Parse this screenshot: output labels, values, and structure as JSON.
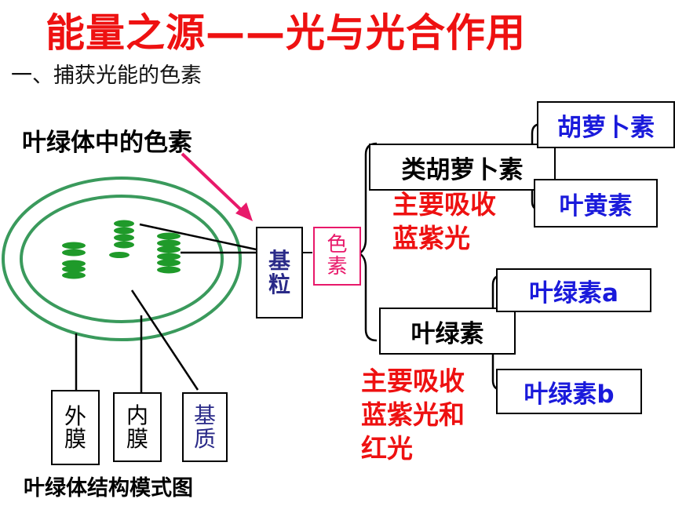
{
  "title": "能量之源——光与光合作用",
  "subtitle": "一、捕获光能的色素",
  "heading": "叶绿体中的色素",
  "caption": "叶绿体结构模式图",
  "structure_labels": {
    "outer": [
      "外",
      "膜"
    ],
    "inner": [
      "内",
      "膜"
    ],
    "stroma": [
      "基",
      "质"
    ],
    "grana": [
      "基",
      "粒"
    ]
  },
  "pigment_label": [
    "色",
    "素"
  ],
  "carotenoids": {
    "label": "类胡萝卜素",
    "absorb": [
      "主要吸收",
      "蓝紫光"
    ],
    "children": [
      "胡萝卜素",
      "叶黄素"
    ]
  },
  "chlorophyll": {
    "label": "叶绿素",
    "absorb": [
      "主要吸收",
      "蓝紫光和",
      "红光"
    ],
    "children": [
      "叶绿素a",
      "叶绿素b"
    ]
  },
  "colors": {
    "title_red": "#ee1111",
    "chloroplast_green": "#3a9a5c",
    "thylakoid_green": "#1f9a2a",
    "arrow_pink": "#e8196a",
    "child_text_blue": "#1a1adb",
    "pigment_box_border": "#e8196a"
  }
}
